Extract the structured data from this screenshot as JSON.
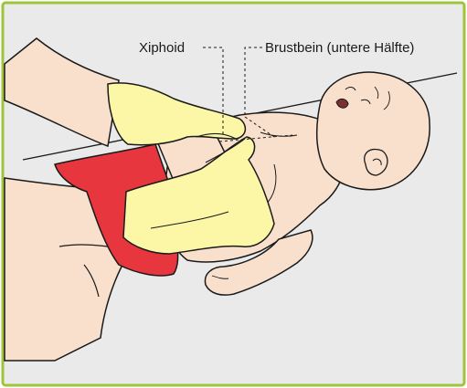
{
  "figure": {
    "labels": {
      "xiphoid": "Xiphoid",
      "sternum": "Brustbein (untere Hälfte)"
    },
    "colors": {
      "panel_background": "#eaeaea",
      "panel_border": "#9dc43a",
      "skin": "#f9e0cd",
      "glove": "#fbf7a6",
      "diaper": "#e8363f",
      "outline": "#1a1a1a"
    },
    "content": {
      "subject": "infant",
      "hands": "two gloved thumbs on lower sternum",
      "clothing": "red diaper"
    }
  }
}
